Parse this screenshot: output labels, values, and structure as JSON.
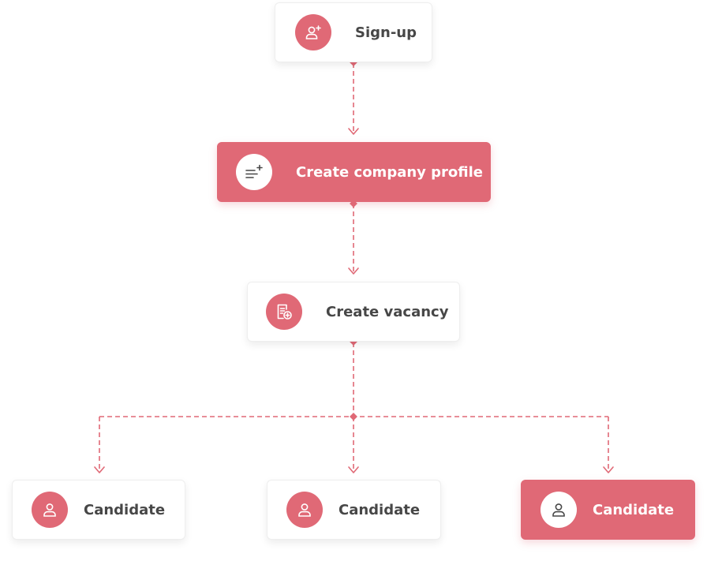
{
  "nodes": {
    "signup": {
      "label": "Sign-up",
      "icon": "add-user-icon"
    },
    "company_profile": {
      "label": "Create company profile",
      "icon": "add-list-icon"
    },
    "vacancy": {
      "label": "Create vacancy",
      "icon": "add-document-icon"
    },
    "candidates": [
      {
        "label": "Candidate",
        "icon": "user-icon"
      },
      {
        "label": "Candidate",
        "icon": "user-icon"
      },
      {
        "label": "Candidate",
        "icon": "user-icon"
      }
    ]
  },
  "colors": {
    "accent": "#e06976",
    "text": "#474747",
    "surface": "#ffffff"
  }
}
